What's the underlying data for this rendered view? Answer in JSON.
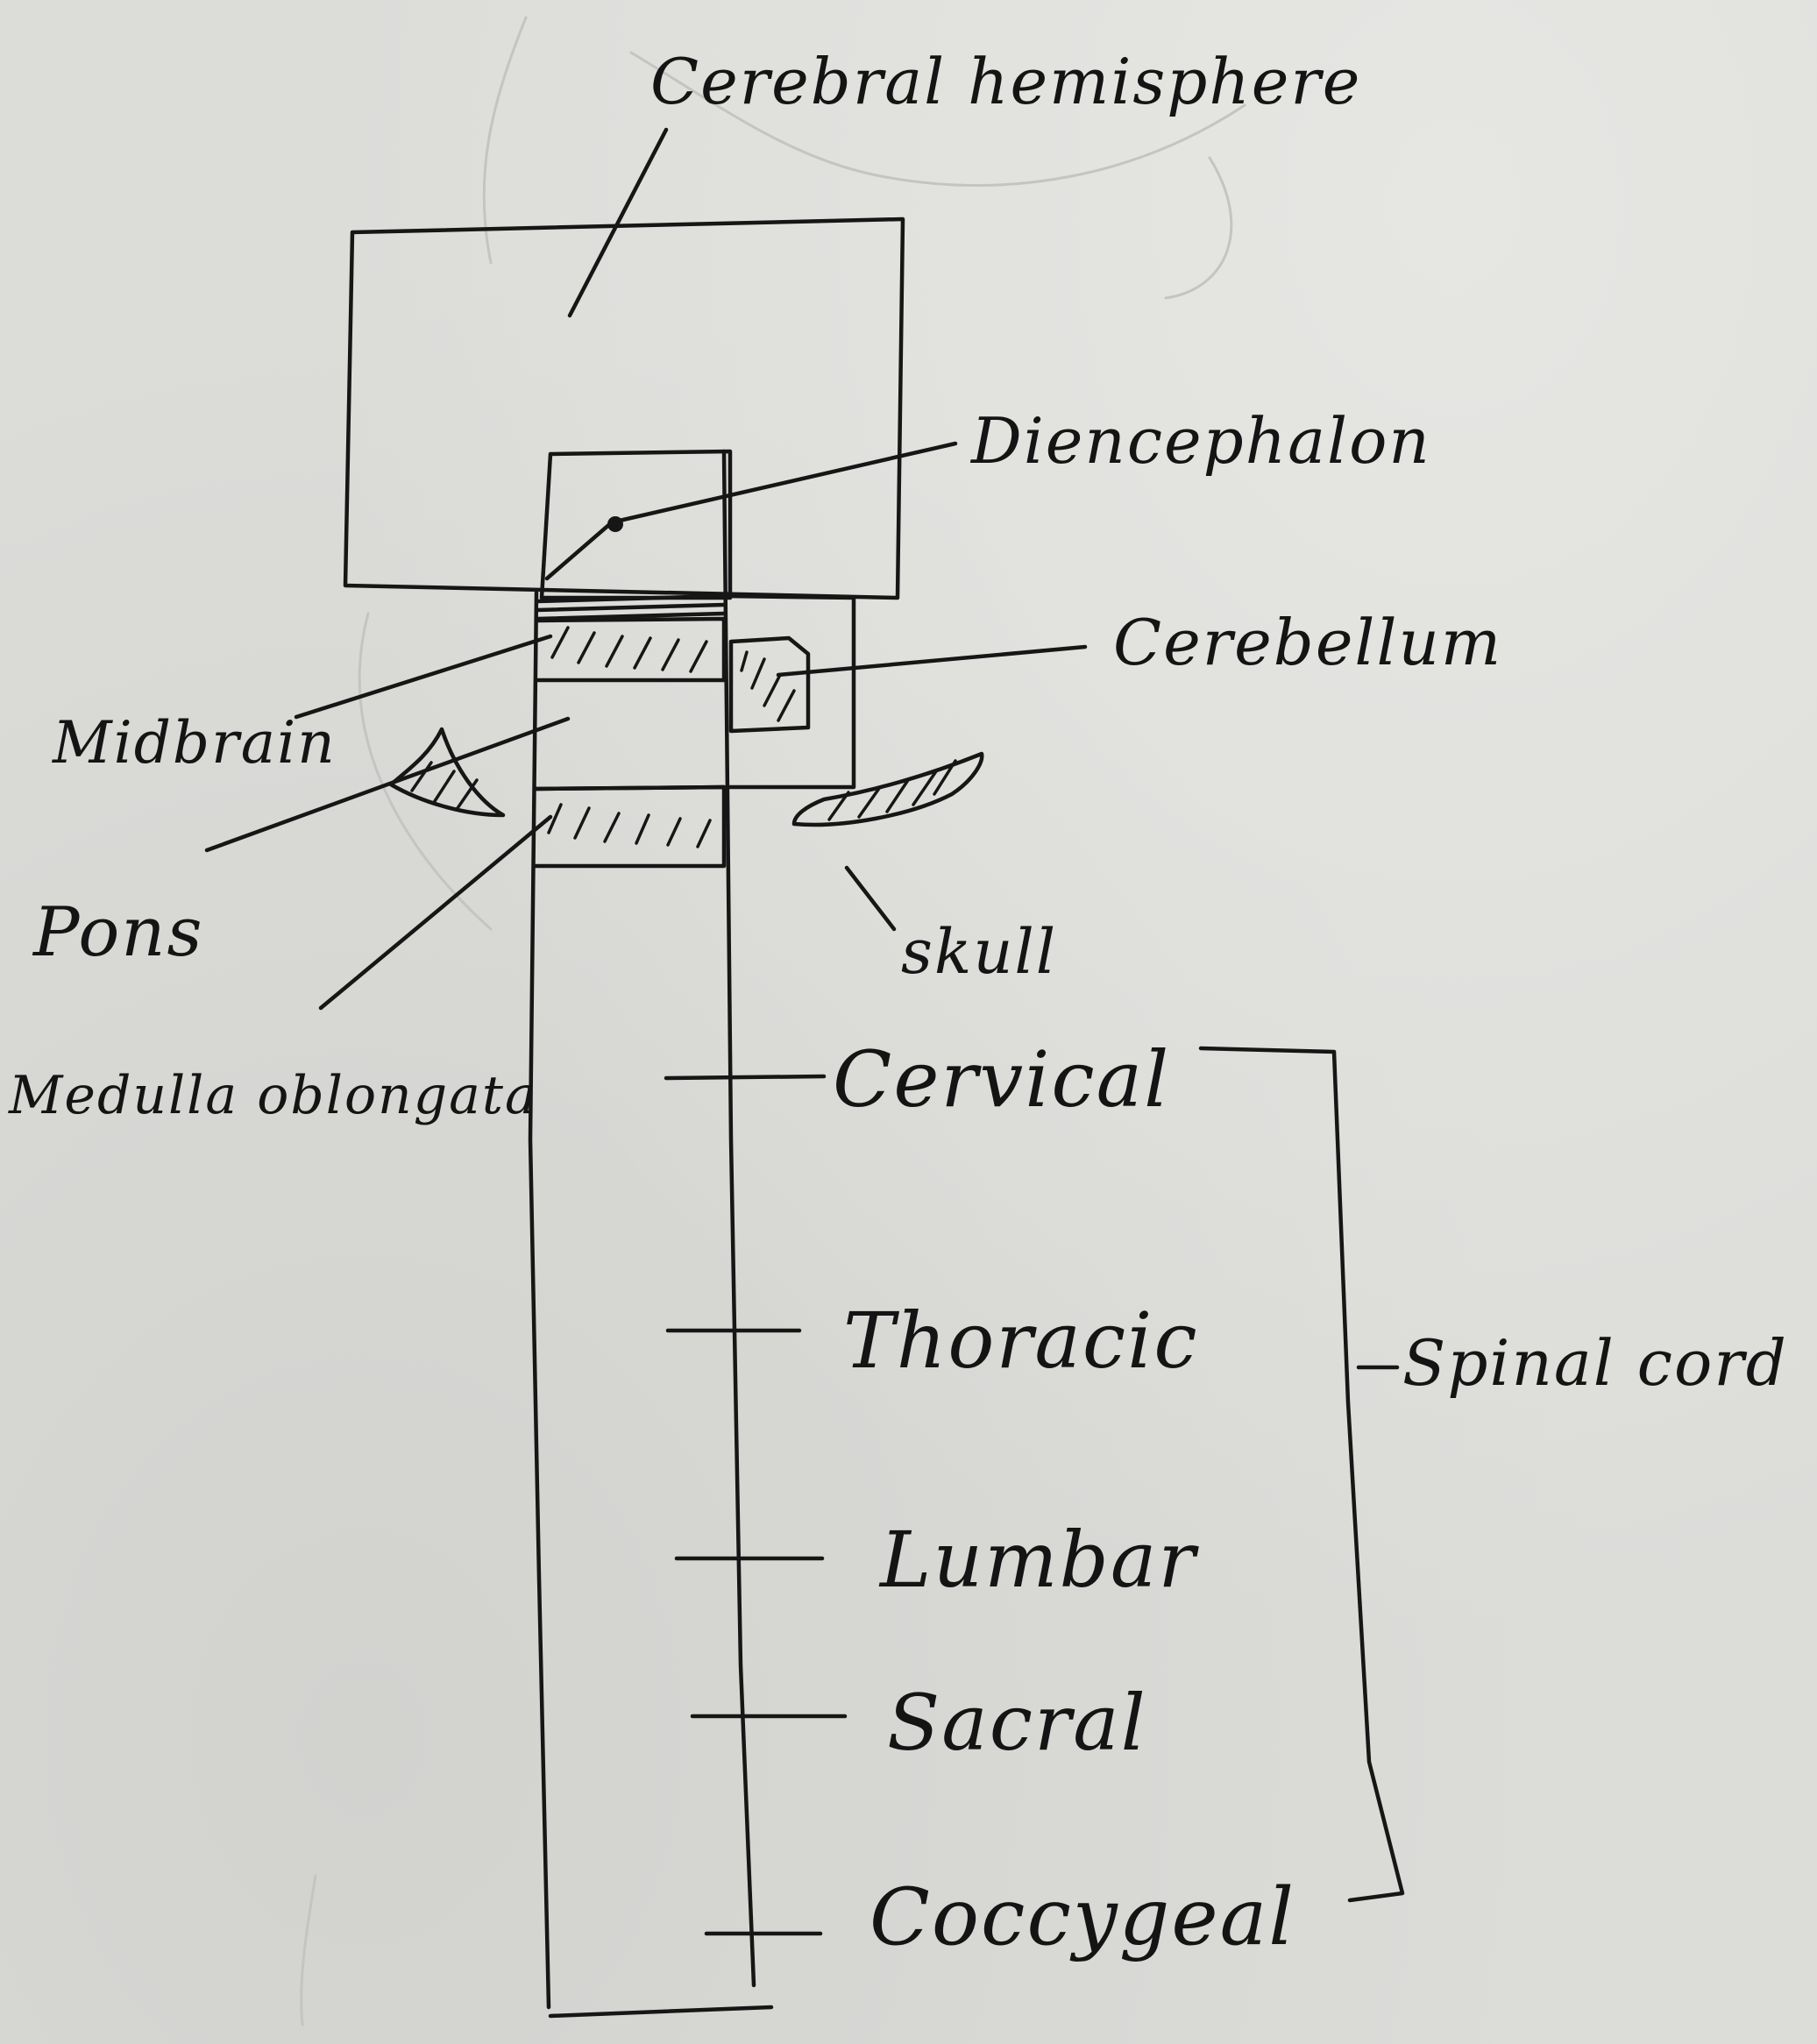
{
  "labels": {
    "cerebral_hemisphere": "Cerebral hemisphere",
    "diencephalon": "Diencephalon",
    "cerebellum": "Cerebellum",
    "midbrain": "Midbrain",
    "pons": "Pons",
    "medulla_oblongata": "Medulla oblongata",
    "skull": "skull",
    "cervical": "Cervical",
    "thoracic": "Thoracic",
    "lumbar": "Lumbar",
    "sacral": "Sacral",
    "coccygeal": "Coccygeal",
    "spinal_cord": "Spinal cord"
  }
}
